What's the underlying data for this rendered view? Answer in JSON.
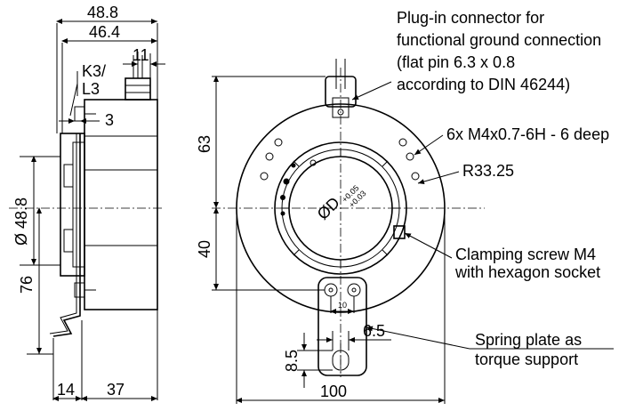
{
  "side_view": {
    "dim_width_total": "48.8",
    "dim_width_body": "46.4",
    "dim_cable_offset": "11",
    "connector_label": "K3/",
    "connector_label_2": "L3",
    "dim_flange": "3",
    "dim_diameter": "Ø 48.8",
    "dim_height_lower": "76",
    "dim_foot": "14",
    "dim_depth": "37"
  },
  "front_view": {
    "dim_height_upper": "63",
    "dim_height_lower": "40",
    "dim_width": "100",
    "bore_label": "ØD",
    "bore_tol_upper": "+0.05",
    "bore_tol_lower": "+0.03",
    "dim_hole_spacing": "10",
    "dim_slot_width": "6.5",
    "dim_slot_height": "8.5"
  },
  "callouts": {
    "plug_connector": [
      "Plug-in connector for",
      "functional ground connection",
      "(flat pin 6.3 x 0.8",
      "according to DIN 46244)"
    ],
    "threads": "6x M4x0.7-6H - 6 deep",
    "radius": "R33.25",
    "clamping_screw": [
      "Clamping screw M4",
      "with hexagon socket"
    ],
    "spring_plate": [
      "Spring plate as",
      "torque support"
    ]
  }
}
